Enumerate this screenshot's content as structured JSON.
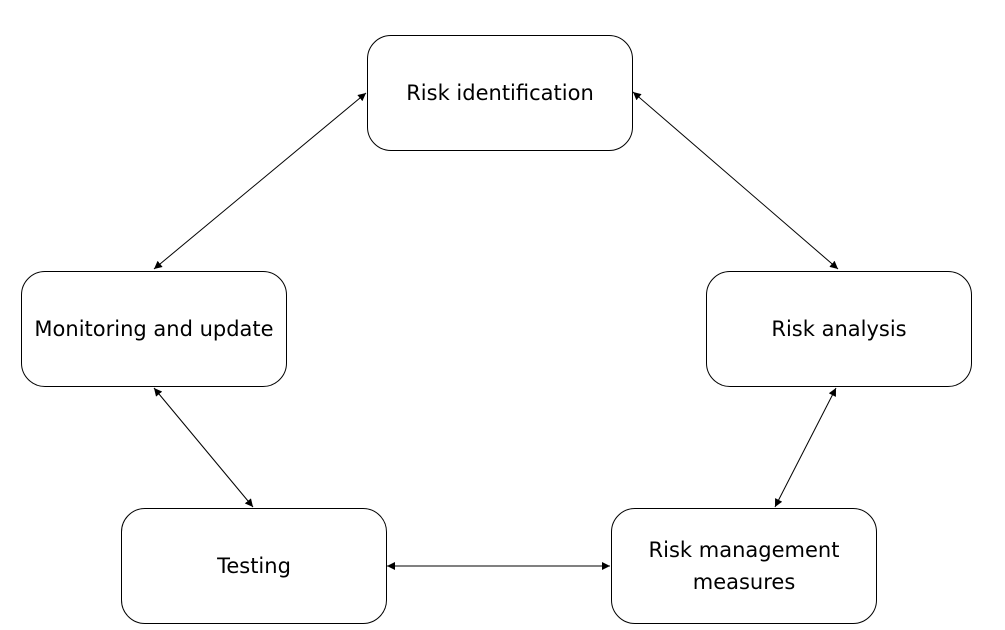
{
  "diagram": {
    "nodes": [
      {
        "id": "identification",
        "label": "Risk identification"
      },
      {
        "id": "analysis",
        "label": "Risk analysis"
      },
      {
        "id": "measures",
        "label": "Risk management measures"
      },
      {
        "id": "testing",
        "label": "Testing"
      },
      {
        "id": "monitoring",
        "label": "Monitoring and update"
      }
    ],
    "edges": [
      {
        "from": "identification",
        "to": "analysis",
        "direction": "bidirectional"
      },
      {
        "from": "analysis",
        "to": "measures",
        "direction": "bidirectional"
      },
      {
        "from": "measures",
        "to": "testing",
        "direction": "bidirectional"
      },
      {
        "from": "testing",
        "to": "monitoring",
        "direction": "bidirectional"
      },
      {
        "from": "monitoring",
        "to": "identification",
        "direction": "bidirectional"
      }
    ],
    "colors": {
      "stroke": "#000000",
      "background": "#ffffff",
      "text": "#000000"
    }
  }
}
